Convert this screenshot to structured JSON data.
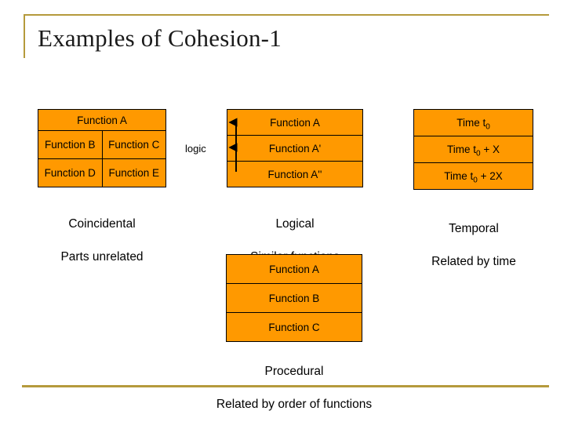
{
  "slide": {
    "title": "Examples of Cohesion-1",
    "accent_color": "#b59a3c",
    "box_fill_color": "#FF9900",
    "box_border_color": "#000000",
    "text_color": "#000000"
  },
  "side_labels": {
    "logic": "logic"
  },
  "diagrams": [
    {
      "id": "coincidental",
      "header_row": [
        "Function A"
      ],
      "grid_rows": [
        [
          "Function B",
          "Function C"
        ],
        [
          "Function D",
          "Function E"
        ]
      ],
      "caption_line1": "Coincidental",
      "caption_line2": "Parts unrelated"
    },
    {
      "id": "logical",
      "rows": [
        "Function A",
        "Function A'",
        "Function A''"
      ],
      "caption_line1": "Logical",
      "caption_line2": "Similar functions",
      "annotation": "two double-headed vertical arrows linking adjacent rows"
    },
    {
      "id": "temporal",
      "rows": [
        {
          "prefix": "Time t",
          "sub": "0",
          "suffix": ""
        },
        {
          "prefix": "Time t",
          "sub": "0",
          "suffix": " + X"
        },
        {
          "prefix": "Time t",
          "sub": "0",
          "suffix": " + 2X"
        }
      ],
      "caption_line1": "Temporal",
      "caption_line2": "Related by time"
    },
    {
      "id": "procedural",
      "rows": [
        "Function A",
        "Function B",
        "Function C"
      ],
      "caption_line1": "Procedural",
      "caption_line2": "Related by order of functions"
    }
  ]
}
